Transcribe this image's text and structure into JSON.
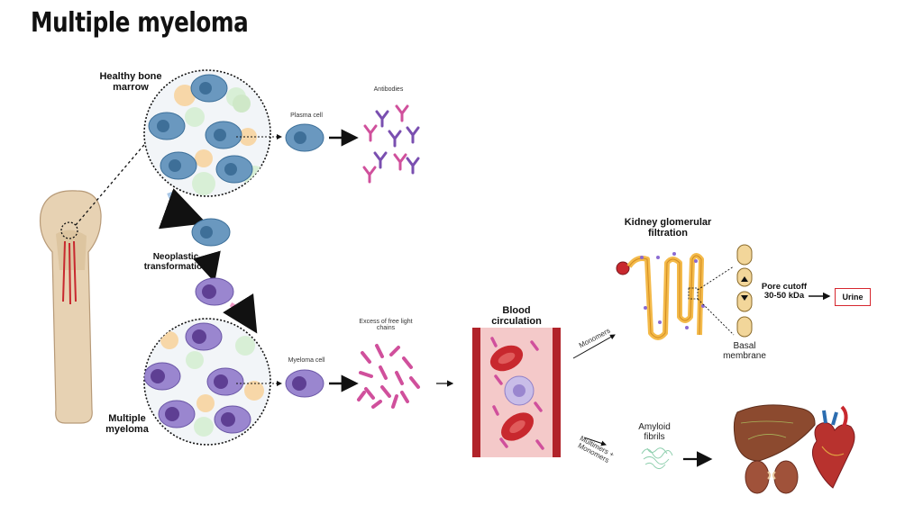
{
  "title": "Multiple myeloma",
  "labels": {
    "healthy_bone_marrow": "Healthy bone marrow",
    "plasma_cell": "Plasma cell",
    "antibodies": "Antibodies",
    "neoplastic_transformation": "Neoplastic transformation",
    "multiple_myeloma": "Multiple myeloma",
    "myeloma_cell": "Myeloma cell",
    "excess_free_light_chains": "Excess of free light chains",
    "blood_circulation": "Blood circulation",
    "monomers": "Monomers",
    "multimers_monomers": "Multimers + Monomers",
    "kidney_glomerular_filtration": "Kidney glomerular filtration",
    "pore_cutoff": "Pore cutoff 30-50 kDa",
    "urine": "Urine",
    "basal_membrane": "Basal membrane",
    "amyloid_fibrils": "Amyloid fibrils"
  },
  "colors": {
    "plasma_cell": "#6a98bf",
    "myeloma_cell": "#9a86cf",
    "light_chain": "#d0509c",
    "antibody_purple": "#7a4fb0",
    "red_blood_cell": "#c8282e",
    "urine_box": "#d6262e"
  }
}
